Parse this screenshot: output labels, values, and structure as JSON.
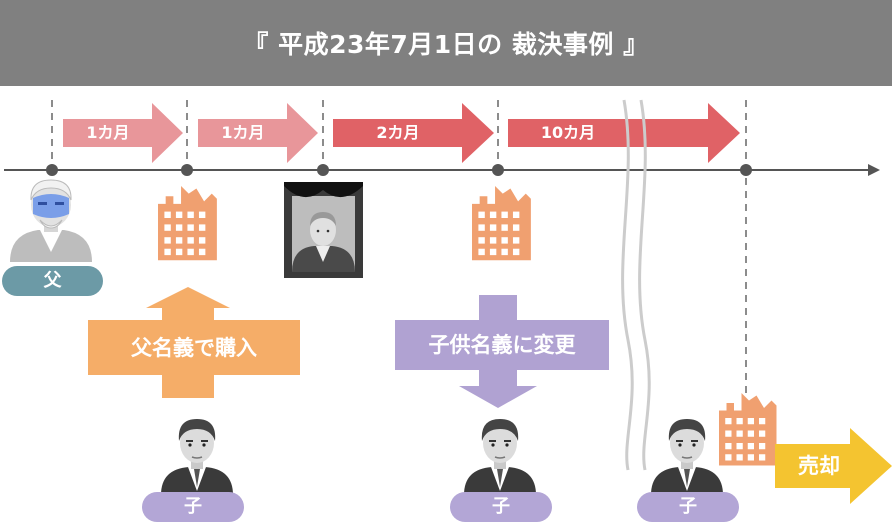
{
  "title": "『 平成23年7月1日の 裁決事例 』",
  "timeline": {
    "periods": [
      "1カ月",
      "1カ月",
      "2カ月",
      "10カ月"
    ]
  },
  "labels": {
    "father": "父",
    "child": "子",
    "purchase": "父名義で購入",
    "change": "子供名義に変更",
    "sell": "売却"
  },
  "colors": {
    "title_bg": "#808080",
    "arrow_light": "#e8969a",
    "arrow_dark": "#e06266",
    "building": "#f0a070",
    "purchase": "#f5ad68",
    "change": "#b0a2d2",
    "sell": "#f4c430",
    "badge_father": "#6c9aa6",
    "badge_child": "#b3a6d6"
  }
}
